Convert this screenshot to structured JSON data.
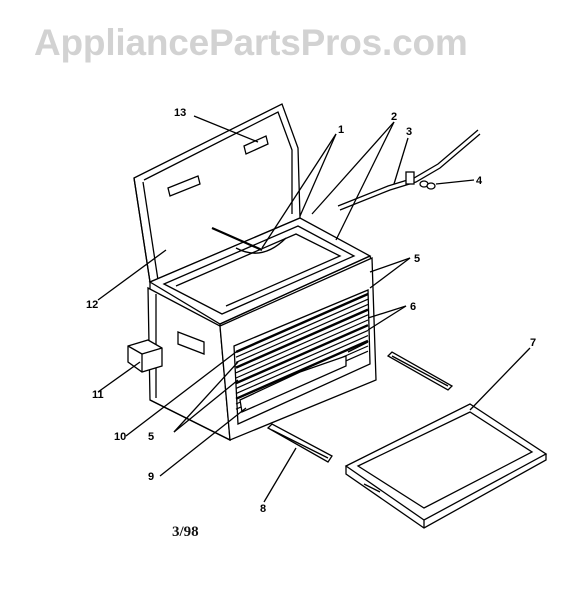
{
  "watermark": "AppliancePartsPros.com",
  "date_code": "3/98",
  "callouts": [
    "1",
    "2",
    "3",
    "4",
    "5",
    "6",
    "7",
    "8",
    "9",
    "10",
    "11",
    "12",
    "13"
  ],
  "second_five_label": "5"
}
